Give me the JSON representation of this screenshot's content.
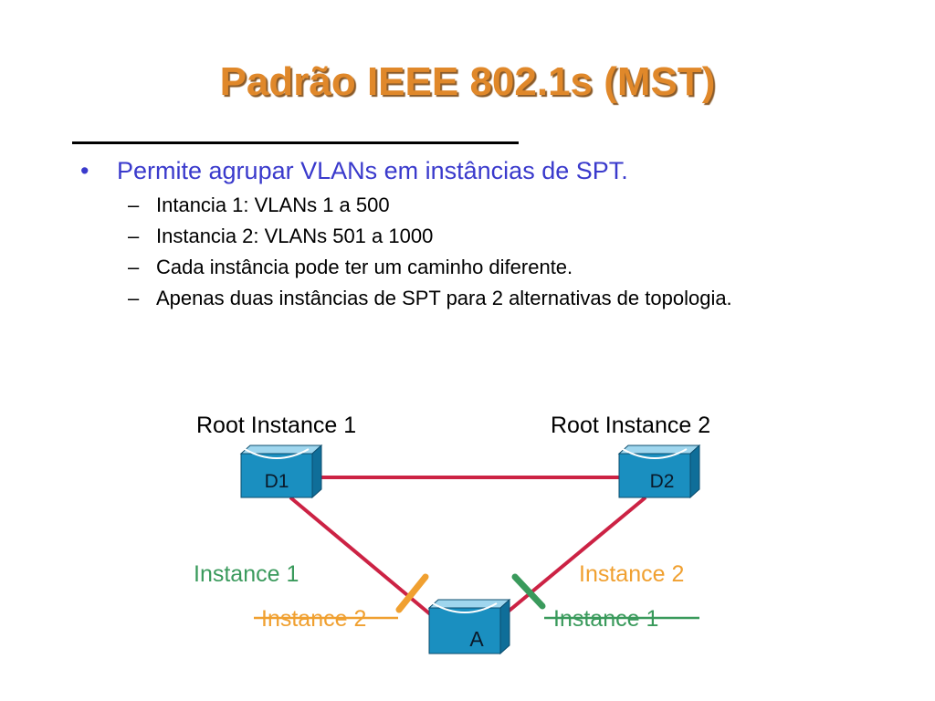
{
  "slide": {
    "title": "Padrão IEEE 802.1s (MST)",
    "bullets": [
      {
        "text": "Permite agrupar VLANs em instâncias de SPT.",
        "sub": [
          "Intancia 1: VLANs 1 a 500",
          "Instancia 2: VLANs 501 a 1000",
          "Cada instância pode ter um caminho diferente.",
          "Apenas duas instâncias de SPT para 2 alternativas de topologia."
        ]
      }
    ]
  },
  "diagram": {
    "root_left_label": "Root Instance 1",
    "root_right_label": "Root Instance 2",
    "switch_d1": "D1",
    "switch_d2": "D2",
    "switch_a": "A",
    "left_forward_label": "Instance 1",
    "left_blocked_label": "Instance 2",
    "right_forward_label": "Instance 2",
    "right_blocked_label": "Instance 1"
  },
  "colors": {
    "title": "#e0882a",
    "bullet": "#3a3acc",
    "link": "#cc2244",
    "instance1": "#3a9a5c",
    "instance2": "#f0a030",
    "switch_face": "#1a8fc0",
    "switch_top": "#9fd6ee"
  }
}
